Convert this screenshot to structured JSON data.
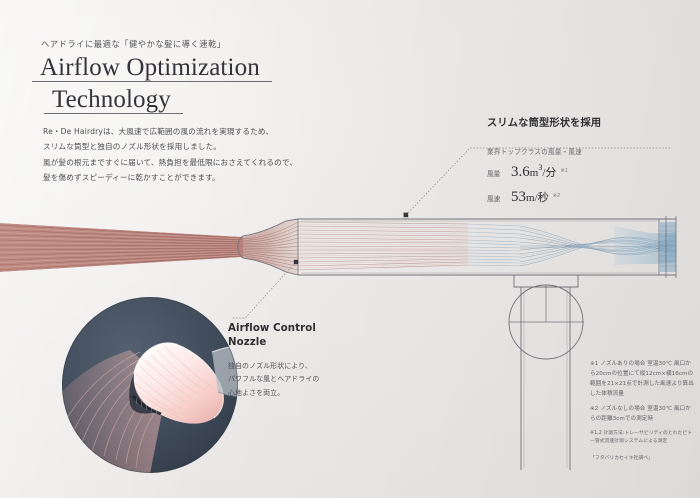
{
  "page": {
    "background_color": "#eceae8",
    "ink_color": "#3a3a3c"
  },
  "header": {
    "eyebrow": "ヘアドライに最適な「健やかな髪に導く速乾」",
    "title_line1": "Airflow Optimization",
    "title_line2": "Technology",
    "body": [
      "Re・De Hairdryは、大風速で広範囲の風の流れを実現するため、",
      "スリムな筒型と独自のノズル形状を採用しました。",
      "風が髪の根元まですぐに届いて、熱負担を最低限におさえてくれるので、",
      "髪を傷めずスピーディーに乾かすことができます。"
    ]
  },
  "callout_slim_barrel": {
    "heading": "スリムな筒型形状を採用",
    "subheading": "業界トップクラスの風量・風速",
    "specs": [
      {
        "label": "風量",
        "value": "3.6",
        "unit": "m",
        "exponent": "3",
        "per": "/分",
        "note": "※1"
      },
      {
        "label": "風速",
        "value": "53",
        "unit": "m",
        "exponent": "",
        "per": "/秒",
        "note": "※2"
      }
    ]
  },
  "callout_nozzle": {
    "heading_line1": "Airflow Control",
    "heading_line2": "Nozzle",
    "body": [
      "独自のノズル形状により、",
      "パワフルな風とヘアドライの",
      "心地よさを両立。"
    ]
  },
  "footnotes": {
    "note1": "※1 ノズルありの場合 室温30℃ 風口から20cmの位置にて縦12cm×横16cmの範囲を21×21点で計測した風速より算出した体積流量",
    "note2": "※2 ノズルなしの場合 室温30℃ 風口からの距離3cmでの測定時",
    "note3": "※1,2 計測方法:トレーサビリティのとれたピトー管式流速計測システムによる測定",
    "credit": "「フタバリカセイキ社調べ」"
  },
  "illustration": {
    "dryer_body_label": "hair-dryer-cross-section",
    "warm_stream_color": "#b5756a",
    "cool_stream_color": "#7fa8c4",
    "outline_color": "#6f6f76",
    "inset_circle_color": "#3f4a58",
    "nozzle_render_color": "#f2c7c2"
  }
}
